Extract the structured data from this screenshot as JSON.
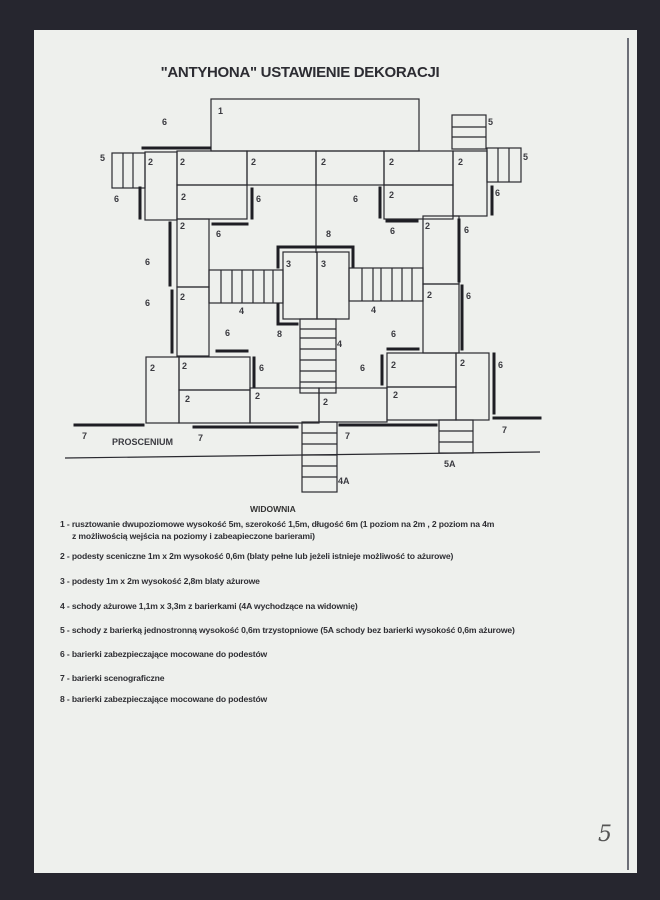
{
  "title": "\"ANTYHONA\" USTAWIENIE DEKORACJI",
  "diagram_labels": {
    "scaffold": "1",
    "platform": "2",
    "high_platform": "3",
    "stairs": "4",
    "stairs_audience": "4A",
    "stairs_side": "5",
    "stairs_side_a": "5A",
    "barrier": "6",
    "scenic_barrier": "7",
    "barrier_8": "8",
    "proscenium": "PROSCENIUM"
  },
  "audience_label": "WIDOWNIA",
  "legend": [
    {
      "line": "1 - rusztowanie dwupoziomowe wysokość 5m, szerokość 1,5m, długość 6m (1 poziom na 2m , 2 poziom na 4m",
      "cont": "z możliwością wejścia na poziomy i zabeapieczone barierami)"
    },
    {
      "line": "2 - podesty sceniczne 1m x 2m wysokość 0,6m (blaty pełne lub jeżeli istnieje możliwość to ażurowe)"
    },
    {
      "line": "3 - podesty 1m x 2m wysokość 2,8m blaty ażurowe"
    },
    {
      "line": "4 - schody ażurowe 1,1m x 3,3m z barierkami (4A wychodzące na widownię)"
    },
    {
      "line": "5 - schody z barierką jednostronną wysokość 0,6m trzystopniowe (5A schody bez barierki wysokość 0,6m ażurowe)"
    },
    {
      "line": "6 - barierki zabezpieczające mocowane do podestów"
    },
    {
      "line": "7 - barierki scenograficzne"
    },
    {
      "line": "8 - barierki zabezpieczające mocowane do podestów"
    }
  ],
  "page_number": "5"
}
